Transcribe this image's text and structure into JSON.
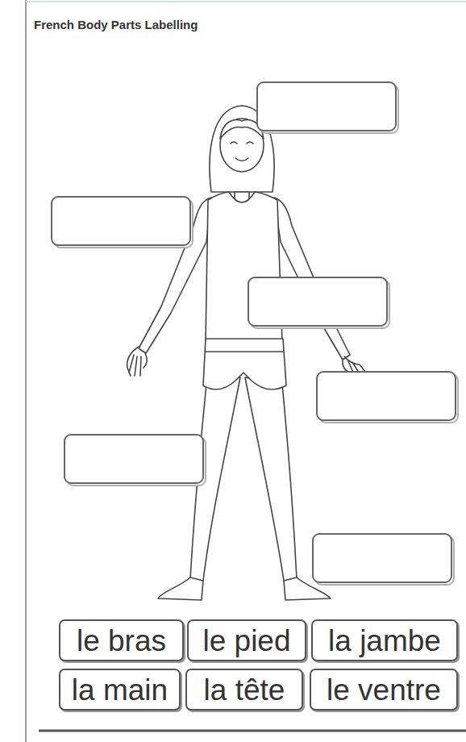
{
  "diagram": {
    "title": "French Body Parts Labelling",
    "nodes": [
      {
        "text": [
          "le bras"
        ]
      },
      {
        "text": [
          "le pied"
        ]
      },
      {
        "text": [
          "la jambe"
        ]
      },
      {
        "text": [
          "la main"
        ]
      },
      {
        "text": [
          "la tête"
        ]
      },
      {
        "text": [
          "le ventre"
        ]
      }
    ]
  }
}
